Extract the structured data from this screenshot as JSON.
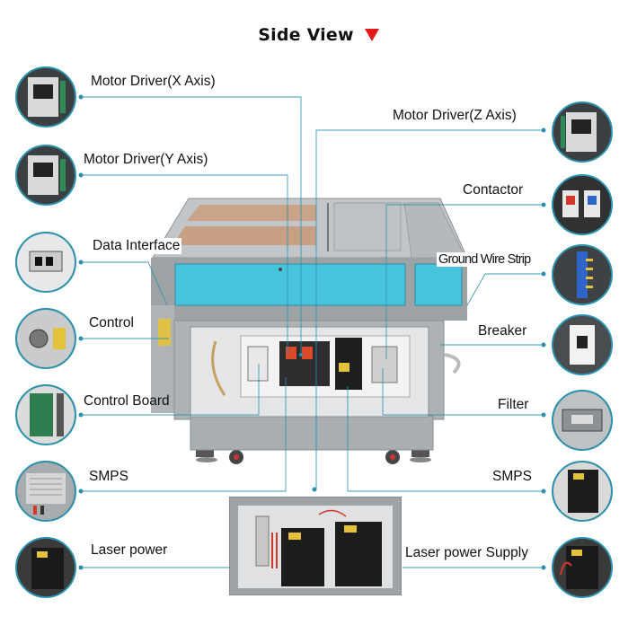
{
  "title": "Side View",
  "colors": {
    "accent_line": "#2a93ad",
    "arrow": "#e11818",
    "panel_cyan": "#47c4dc",
    "body_gray": "#b4b8bb"
  },
  "left_labels": [
    {
      "id": "motor-driver-x",
      "text": "Motor Driver(X Axis)"
    },
    {
      "id": "motor-driver-y",
      "text": "Motor Driver(Y Axis)"
    },
    {
      "id": "data-interface",
      "text": "Data Interface"
    },
    {
      "id": "control",
      "text": "Control"
    },
    {
      "id": "control-board",
      "text": "Control Board"
    },
    {
      "id": "smps-left",
      "text": "SMPS"
    },
    {
      "id": "laser-power",
      "text": "Laser power"
    }
  ],
  "right_labels": [
    {
      "id": "motor-driver-z",
      "text": "Motor Driver(Z Axis)"
    },
    {
      "id": "contactor",
      "text": "Contactor"
    },
    {
      "id": "ground-wire-strip",
      "text": "Ground Wire Strip"
    },
    {
      "id": "breaker",
      "text": "Breaker"
    },
    {
      "id": "filter",
      "text": "Filter"
    },
    {
      "id": "smps-right",
      "text": "SMPS"
    },
    {
      "id": "laser-power-supply",
      "text": "Laser power Supply"
    }
  ],
  "icons": {
    "title_marker": "red-down-triangle-icon",
    "callout_images": [
      "motor-driver-photo",
      "contactor-photo",
      "interface-photo",
      "control-photo",
      "board-photo",
      "smps-photo",
      "laser-power-photo",
      "ground-strip-photo",
      "breaker-photo",
      "filter-photo"
    ]
  }
}
